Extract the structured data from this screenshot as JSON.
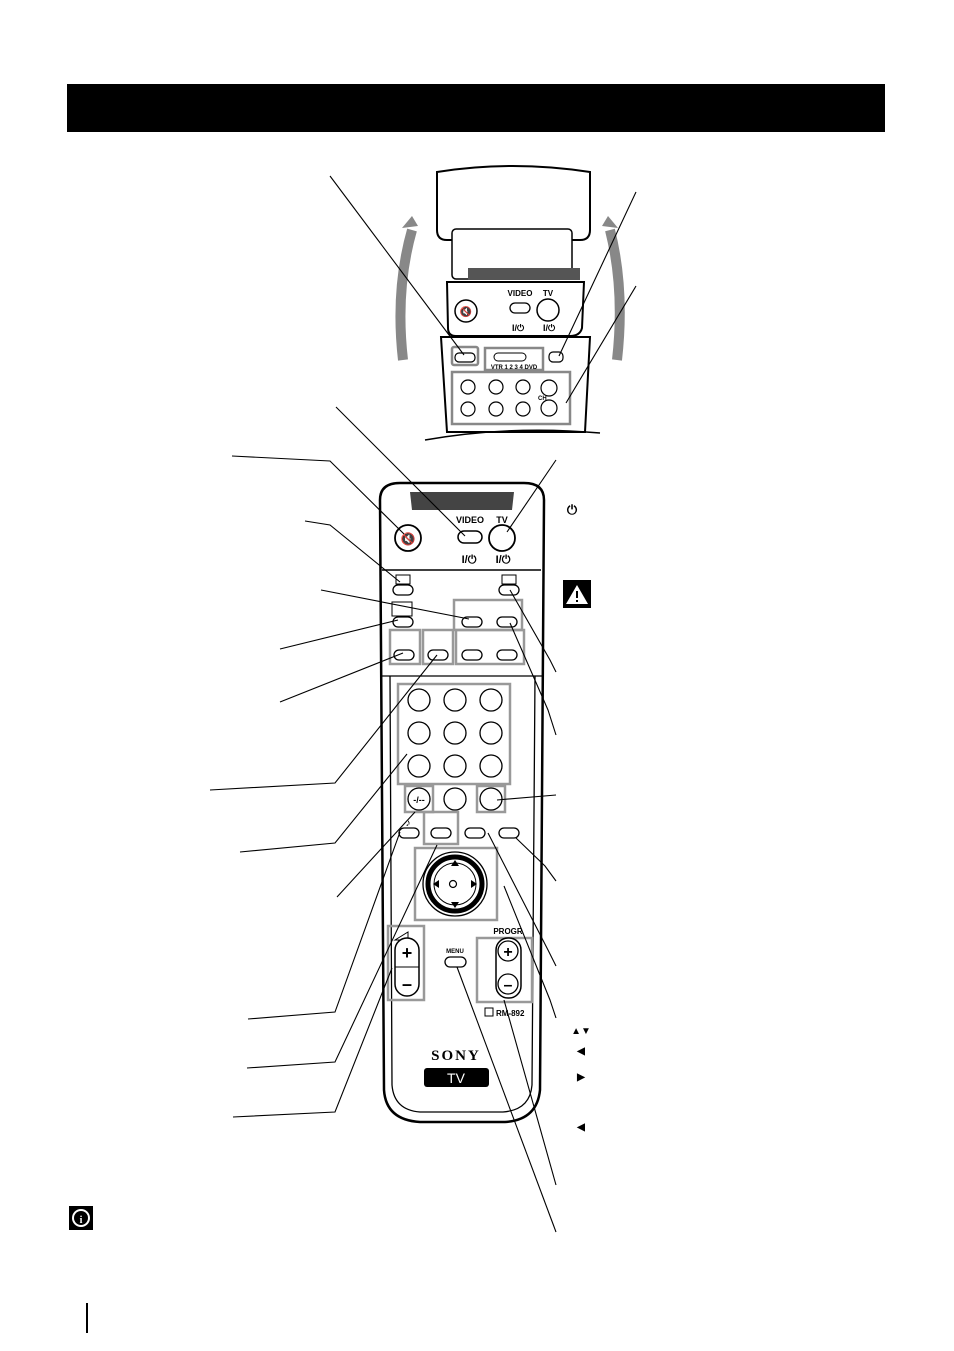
{
  "remote": {
    "brand": "SONY",
    "tv_badge": "TV",
    "model": "RM-892",
    "video_label": "VIDEO",
    "tv_label": "TV",
    "power_label": "I/⏻",
    "progr_label": "PROGR",
    "menu_label": "MENU",
    "ch_label": "CH",
    "vtr_label": "VTR 1 2 3 4 DVD"
  },
  "legend": {
    "power_symbol": "⏻",
    "up_down_arrows": "▲▼",
    "left_arrow": "◀",
    "right_arrow": "▶",
    "left_arrow_2": "◀"
  }
}
